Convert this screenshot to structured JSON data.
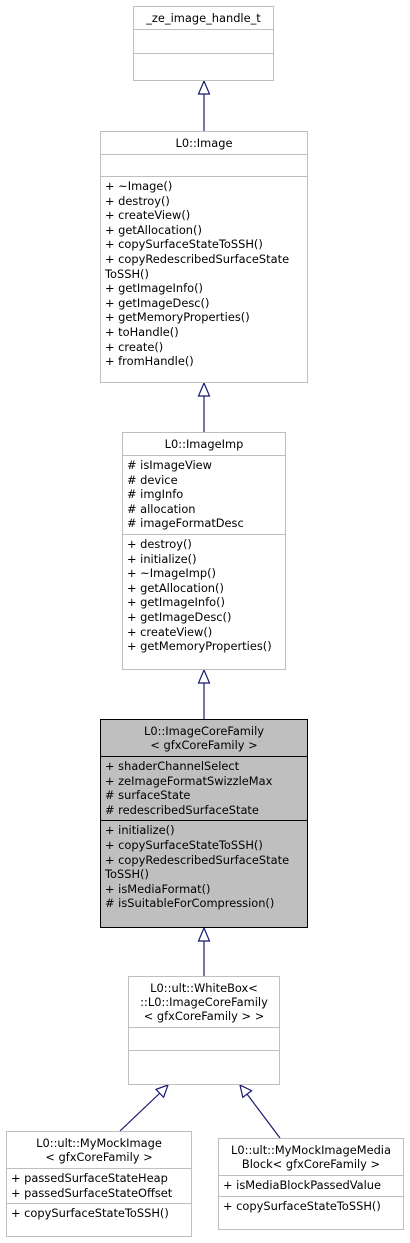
{
  "classes": {
    "ze_handle": {
      "title": [
        "_ze_image_handle_t"
      ],
      "attributes": [],
      "methods": []
    },
    "image": {
      "title": [
        "L0::Image"
      ],
      "attributes": [],
      "methods": [
        "+ ~Image()",
        "+ destroy()",
        "+ createView()",
        "+ getAllocation()",
        "+ copySurfaceStateToSSH()",
        "+ copyRedescribedSurfaceState",
        "ToSSH()",
        "+ getImageInfo()",
        "+ getImageDesc()",
        "+ getMemoryProperties()",
        "+ toHandle()",
        "+ create()",
        "+ fromHandle()"
      ]
    },
    "image_imp": {
      "title": [
        "L0::ImageImp"
      ],
      "attributes": [
        "# isImageView",
        "# device",
        "# imgInfo",
        "# allocation",
        "# imageFormatDesc"
      ],
      "methods": [
        "+ destroy()",
        "+ initialize()",
        "+ ~ImageImp()",
        "+ getAllocation()",
        "+ getImageInfo()",
        "+ getImageDesc()",
        "+ createView()",
        "+ getMemoryProperties()"
      ]
    },
    "image_core_family": {
      "title": [
        "L0::ImageCoreFamily",
        "< gfxCoreFamily >"
      ],
      "attributes": [
        "+ shaderChannelSelect",
        "+ zeImageFormatSwizzleMax",
        "# surfaceState",
        "# redescribedSurfaceState"
      ],
      "methods": [
        "+ initialize()",
        "+ copySurfaceStateToSSH()",
        "+ copyRedescribedSurfaceState",
        "ToSSH()",
        "+ isMediaFormat()",
        "# isSuitableForCompression()"
      ]
    },
    "white_box": {
      "title": [
        "L0::ult::WhiteBox<",
        "::L0::ImageCoreFamily",
        "< gfxCoreFamily > >"
      ],
      "attributes": [],
      "methods": []
    },
    "mock_image": {
      "title": [
        "L0::ult::MyMockImage",
        "< gfxCoreFamily >"
      ],
      "attributes": [
        "+ passedSurfaceStateHeap",
        "+ passedSurfaceStateOffset"
      ],
      "methods": [
        "+ copySurfaceStateToSSH()"
      ]
    },
    "mock_media_block": {
      "title": [
        "L0::ult::MyMockImageMedia",
        "Block< gfxCoreFamily >"
      ],
      "attributes": [
        "+ isMediaBlockPassedValue"
      ],
      "methods": [
        "+ copySurfaceStateToSSH()"
      ]
    }
  },
  "colors": {
    "edge": "#191970",
    "border": "#bfbfbf",
    "focus_fill": "#bfbfbf",
    "focus_border": "#000000"
  }
}
